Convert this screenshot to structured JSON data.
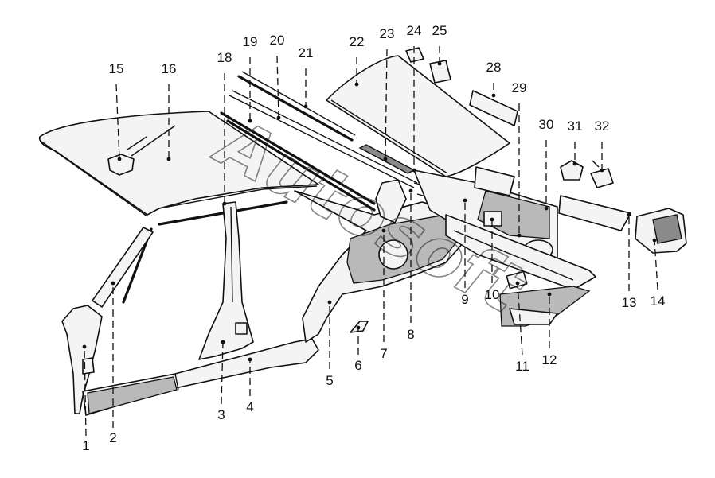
{
  "diagram": {
    "watermark": "Autosoft",
    "callouts": [
      {
        "id": "1",
        "label": "1"
      },
      {
        "id": "2",
        "label": "2"
      },
      {
        "id": "3",
        "label": "3"
      },
      {
        "id": "4",
        "label": "4"
      },
      {
        "id": "5",
        "label": "5"
      },
      {
        "id": "6",
        "label": "6"
      },
      {
        "id": "7",
        "label": "7"
      },
      {
        "id": "8",
        "label": "8"
      },
      {
        "id": "9",
        "label": "9"
      },
      {
        "id": "10",
        "label": "10"
      },
      {
        "id": "11",
        "label": "11"
      },
      {
        "id": "12",
        "label": "12"
      },
      {
        "id": "13",
        "label": "13"
      },
      {
        "id": "14",
        "label": "14"
      },
      {
        "id": "15",
        "label": "15"
      },
      {
        "id": "16",
        "label": "16"
      },
      {
        "id": "18",
        "label": "18"
      },
      {
        "id": "19",
        "label": "19"
      },
      {
        "id": "20",
        "label": "20"
      },
      {
        "id": "21",
        "label": "21"
      },
      {
        "id": "22",
        "label": "22"
      },
      {
        "id": "23",
        "label": "23"
      },
      {
        "id": "24",
        "label": "24"
      },
      {
        "id": "25",
        "label": "25"
      },
      {
        "id": "28",
        "label": "28"
      },
      {
        "id": "29",
        "label": "29"
      },
      {
        "id": "30",
        "label": "30"
      },
      {
        "id": "31",
        "label": "31"
      },
      {
        "id": "32",
        "label": "32"
      }
    ]
  }
}
